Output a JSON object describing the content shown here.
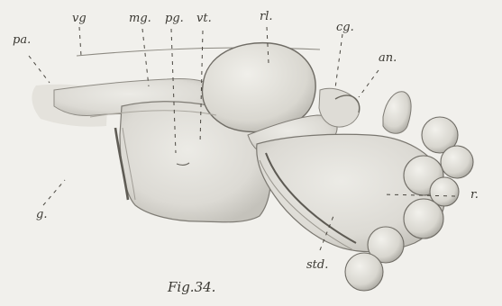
{
  "figure": {
    "caption": "Fig.34.",
    "labels": {
      "pa": "pa.",
      "vg": "vg",
      "mg": "mg.",
      "pg": "pg.",
      "vt": "vt.",
      "rl": "rl.",
      "cg": "cg.",
      "an": "an.",
      "g": "g.",
      "r": "r.",
      "std": "std."
    }
  },
  "colors": {
    "paper": "#f1f0ec",
    "ink": "#3a3832",
    "shade": "#c9c7c0"
  }
}
